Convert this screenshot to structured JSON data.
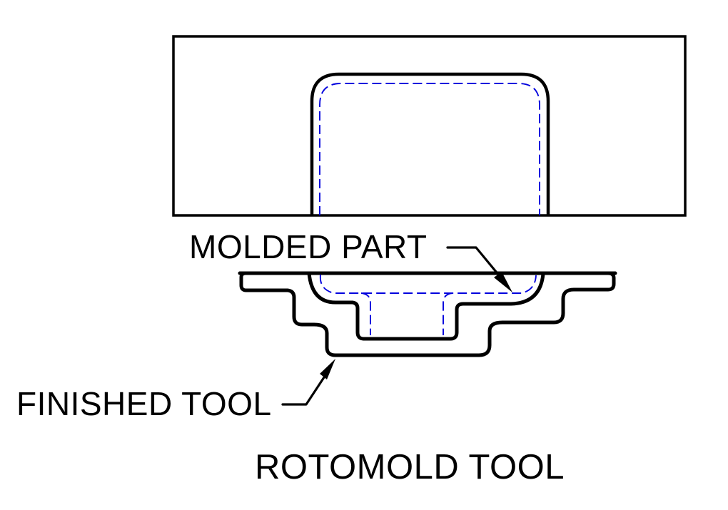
{
  "title": "ROTOMOLD TOOL",
  "labels": {
    "molded_part": "MOLDED PART",
    "finished_tool": "FINISHED TOOL"
  },
  "colors": {
    "outline": "#000000",
    "hidden_line": "#0000dd",
    "background": "#ffffff"
  }
}
